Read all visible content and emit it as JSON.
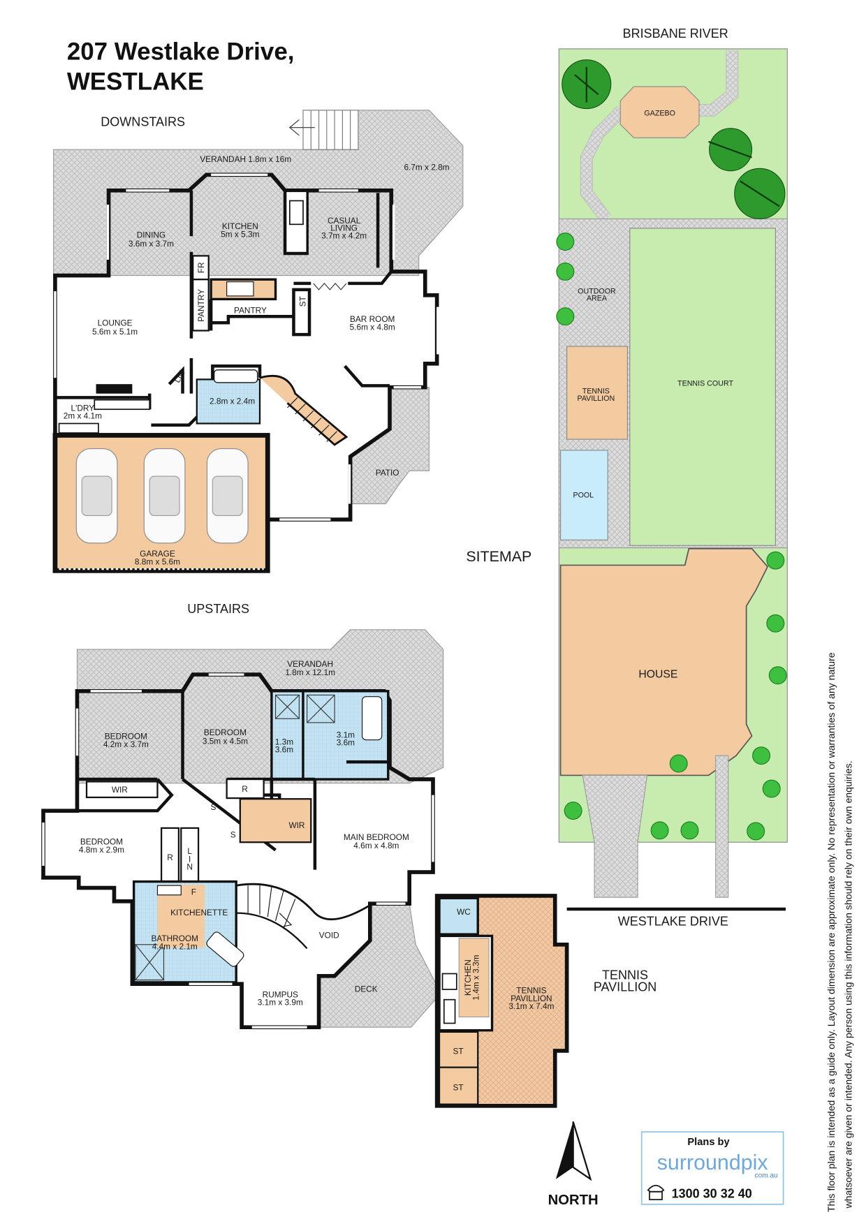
{
  "title": {
    "line1": "207 Westlake Drive,",
    "line2": "WESTLAKE"
  },
  "colors": {
    "room": "#f4caa0",
    "wet_area": "#c3e3f3",
    "hatch": "#d9d9d9",
    "lawn": "#c8ecb0",
    "tree": "#2e9a2e",
    "pool": "#c9ecfa",
    "logo_blue": "#6fa8dc",
    "logo_border": "#8fc3df"
  },
  "downstairs": {
    "heading": "DOWNSTAIRS",
    "verandah": "VERANDAH 1.8m x 16m",
    "verandah_side": "6.7m x 2.8m",
    "dining": [
      "DINING",
      "3.6m x 3.7m"
    ],
    "kitchen": [
      "KITCHEN",
      "5m x 5.3m"
    ],
    "casual_living": [
      "CASUAL",
      "LIVING",
      "3.7m x 4.2m"
    ],
    "fridge": "FR",
    "pantry_small": "PANTRY",
    "pantry": "PANTRY",
    "storage": "ST",
    "lounge": [
      "LOUNGE",
      "5.6m x 5.1m"
    ],
    "bar_room": [
      "BAR ROOM",
      "5.6m x 4.8m"
    ],
    "linen": "LIN",
    "laundry": [
      "L'DRY",
      "2m x 4.1m"
    ],
    "bathroom": "2.8m x 2.4m",
    "patio": "PATIO",
    "garage": [
      "GARAGE",
      "8.8m x 5.6m"
    ]
  },
  "upstairs": {
    "heading": "UPSTAIRS",
    "verandah": [
      "VERANDAH",
      "1.8m x 12.1m"
    ],
    "bedroom1": [
      "BEDROOM",
      "4.2m x 3.7m"
    ],
    "bedroom2": [
      "BEDROOM",
      "3.5m x 4.5m"
    ],
    "ensuite_small": [
      "1.3m",
      "3.6m"
    ],
    "ensuite": [
      "3.1m",
      "3.6m"
    ],
    "wir1": "WIR",
    "wir2": "WIR",
    "robe1": "R",
    "robe2": "R",
    "storage1": "S",
    "storage2": "S",
    "linen": [
      "L",
      "I",
      "N"
    ],
    "fridge": "F",
    "main_bedroom": [
      "MAIN BEDROOM",
      "4.6m x 4.8m"
    ],
    "bedroom3": [
      "BEDROOM",
      "4.8m x 2.9m"
    ],
    "kitchenette": "KITCHENETTE",
    "bathroom": [
      "BATHROOM",
      "4.4m x 2.1m"
    ],
    "void": "VOID",
    "rumpus": [
      "RUMPUS",
      "3.1m x 3.9m"
    ],
    "deck": "DECK"
  },
  "tennis_pavillion_plan": {
    "heading": [
      "TENNIS",
      "PAVILLION"
    ],
    "wc": "WC",
    "kitchen": [
      "KITCHEN",
      "1.4m x 3.3m"
    ],
    "pavillion": [
      "TENNIS",
      "PAVILLION",
      "3.1m x 7.4m"
    ],
    "storage": [
      "ST",
      "ST"
    ]
  },
  "sitemap": {
    "heading": "SITEMAP",
    "river": "BRISBANE RIVER",
    "street": "WESTLAKE DRIVE",
    "gazebo": "GAZEBO",
    "outdoor_area": [
      "OUTDOOR",
      "AREA"
    ],
    "tennis_pavillion": [
      "TENNIS",
      "PAVILLION"
    ],
    "tennis_court": "TENNIS COURT",
    "pool": "POOL",
    "house": "HOUSE"
  },
  "compass": {
    "label": "NORTH",
    "icon": "north-arrow-icon"
  },
  "logo": {
    "plans_by": "Plans by",
    "brand": "surroundpix",
    "domain": "com.au",
    "phone": "1300 30 32 40",
    "phone_icon": "telephone-icon"
  },
  "disclaimer": {
    "line1": "This floor plan is intended as a guide only. Layout dimension are approximate only. No representation or warranties of any nature",
    "line2": "whatsoever are given or intended. Any person using this information should rely on their own enquiries."
  }
}
